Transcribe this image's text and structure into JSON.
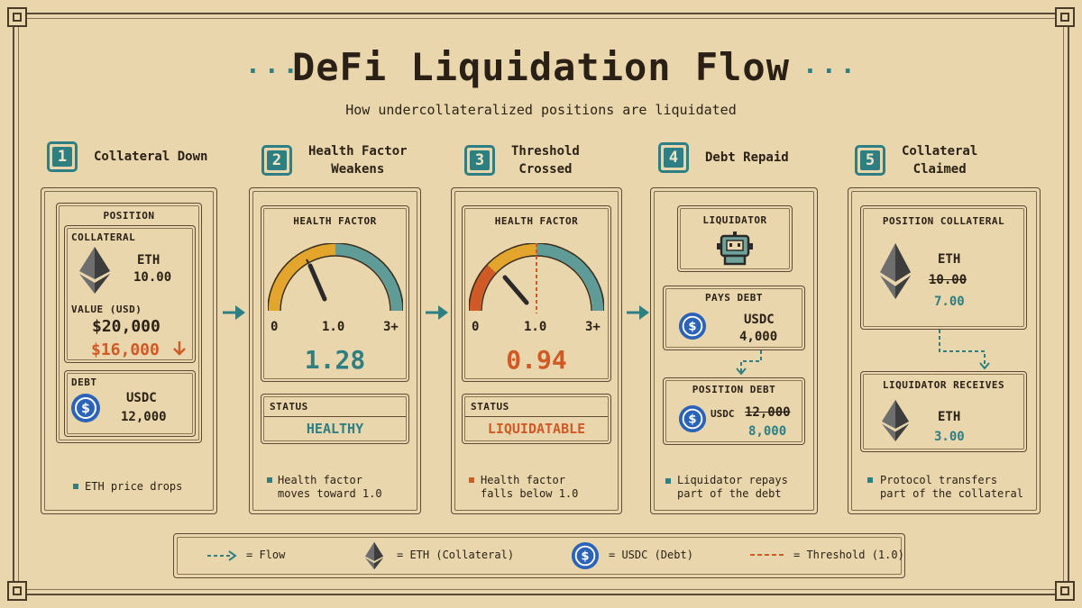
{
  "header": {
    "title": "DeFi Liquidation Flow",
    "subtitle": "How undercollateralized positions are liquidated",
    "dots": "···"
  },
  "colors": {
    "teal": "#2d7f84",
    "orange": "#cf5a26",
    "amber": "#e3a52c",
    "background": "#e9d6ac",
    "usdc": "#2a63b8"
  },
  "steps": [
    {
      "num": "1",
      "label": "Collateral Down",
      "position_label": "POSITION",
      "collateral_label": "COLLATERAL",
      "collateral_asset": "ETH",
      "collateral_amount": "10.00",
      "value_label": "VALUE (USD)",
      "value_before": "$20,000",
      "value_after": "$16,000",
      "debt_label": "DEBT",
      "debt_asset": "USDC",
      "debt_amount": "12,000",
      "note": "ETH price drops"
    },
    {
      "num": "2",
      "label_line1": "Health Factor",
      "label_line2": "Weakens",
      "panel_label": "HEALTH FACTOR",
      "gauge_min": "0",
      "gauge_mid": "1.0",
      "gauge_max": "3+",
      "value": "1.28",
      "status_label": "STATUS",
      "status": "HEALTHY",
      "note_line1": "Health factor",
      "note_line2": "moves toward 1.0"
    },
    {
      "num": "3",
      "label_line1": "Threshold",
      "label_line2": "Crossed",
      "panel_label": "HEALTH FACTOR",
      "gauge_min": "0",
      "gauge_mid": "1.0",
      "gauge_max": "3+",
      "value": "0.94",
      "status_label": "STATUS",
      "status": "LIQUIDATABLE",
      "note_line1": "Health factor",
      "note_line2": "falls below 1.0"
    },
    {
      "num": "4",
      "label": "Debt Repaid",
      "liquidator_label": "LIQUIDATOR",
      "pays_label": "PAYS DEBT",
      "pays_asset": "USDC",
      "pays_amount": "4,000",
      "position_debt_label": "POSITION DEBT",
      "debt_asset": "USDC",
      "debt_before": "12,000",
      "debt_after": "8,000",
      "note_line1": "Liquidator repays",
      "note_line2": "part of the debt"
    },
    {
      "num": "5",
      "label_line1": "Collateral",
      "label_line2": "Claimed",
      "position_collateral_label": "POSITION COLLATERAL",
      "asset": "ETH",
      "before": "10.00",
      "after": "7.00",
      "receives_label": "LIQUIDATOR RECEIVES",
      "receives_asset": "ETH",
      "receives_amount": "3.00",
      "note_line1": "Protocol transfers",
      "note_line2": "part of the collateral"
    }
  ],
  "legend": {
    "flow": "= Flow",
    "eth": "= ETH (Collateral)",
    "usdc": "= USDC (Debt)",
    "threshold": "= Threshold (1.0)"
  }
}
